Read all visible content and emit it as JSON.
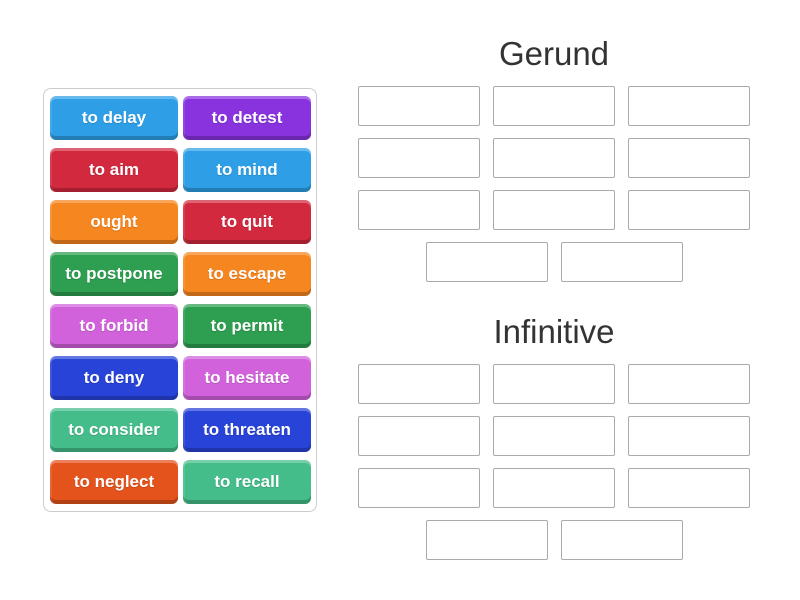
{
  "palette": {
    "blue": "#2E9FE6",
    "purple": "#8833DE",
    "red": "#D2293E",
    "orange": "#F6861F",
    "green": "#2E9E50",
    "orchid": "#D162DC",
    "darkblue": "#2843D8",
    "mint": "#45BD8B",
    "orangered": "#E5531C"
  },
  "tile_bank": {
    "tiles": [
      {
        "label": "to delay",
        "color": "blue"
      },
      {
        "label": "to detest",
        "color": "purple"
      },
      {
        "label": "to aim",
        "color": "red"
      },
      {
        "label": "to mind",
        "color": "blue"
      },
      {
        "label": "ought",
        "color": "orange"
      },
      {
        "label": "to quit",
        "color": "red"
      },
      {
        "label": "to postpone",
        "color": "green"
      },
      {
        "label": "to escape",
        "color": "orange"
      },
      {
        "label": "to forbid",
        "color": "orchid"
      },
      {
        "label": "to permit",
        "color": "green"
      },
      {
        "label": "to deny",
        "color": "darkblue"
      },
      {
        "label": "to hesitate",
        "color": "orchid"
      },
      {
        "label": "to consider",
        "color": "mint"
      },
      {
        "label": "to threaten",
        "color": "darkblue"
      },
      {
        "label": "to neglect",
        "color": "orangered"
      },
      {
        "label": "to recall",
        "color": "mint"
      }
    ]
  },
  "groups": [
    {
      "title": "Gerund",
      "slot_rows": [
        3,
        3,
        3,
        2
      ]
    },
    {
      "title": "Infinitive",
      "slot_rows": [
        3,
        3,
        3,
        2
      ]
    }
  ]
}
